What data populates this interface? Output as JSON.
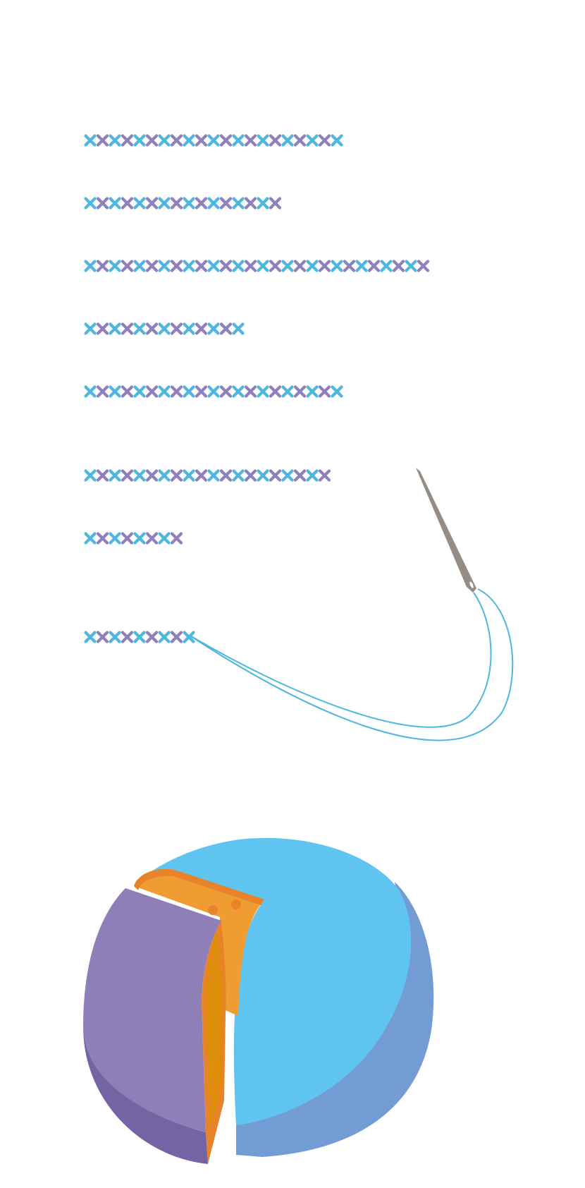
{
  "colors": {
    "stitch_a": "#4fb6dd",
    "stitch_b": "#8f80bb",
    "thread": "#4fb6dd",
    "needle": "#958c84",
    "cheese_top": "#5fc4f0",
    "cheese_side": "#739cd4",
    "slice_top": "#8f7fb9",
    "slice_side": "#7564a4",
    "cut_face": "#ef9c32",
    "cut_face_dark": "#dd8d09",
    "rind": "#e8832c",
    "background": "#ffffff"
  },
  "icons": [
    "cross-stitch-icon",
    "needle-icon",
    "thread-icon",
    "cheese-wheel-icon",
    "cheese-slice-icon"
  ],
  "stitch_rows": [
    {
      "count": 21
    },
    {
      "count": 16
    },
    {
      "count": 28
    },
    {
      "count": 13
    },
    {
      "count": 21
    },
    {
      "count": 20
    },
    {
      "count": 8
    },
    {
      "count": 9
    }
  ]
}
